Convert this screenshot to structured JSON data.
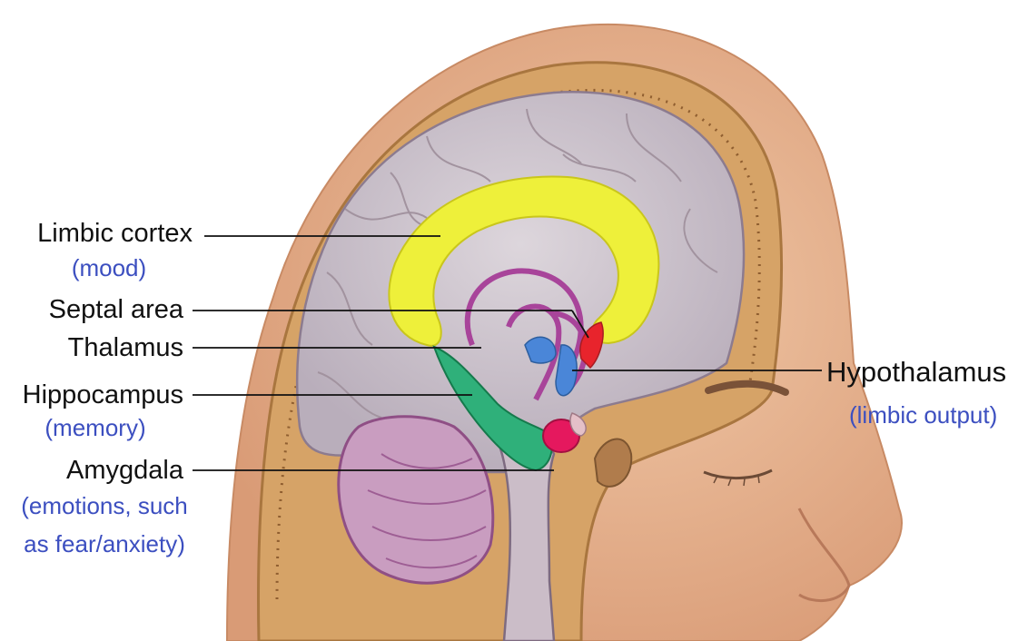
{
  "colors": {
    "label_text": "#111111",
    "note_text": "#3c4fc0",
    "limbic_cortex": "#eef03a",
    "septal_area": "#e8242c",
    "thalamus": "#4a86d8",
    "hippocampus": "#2fb07a",
    "amygdala": "#e5185e",
    "brain": "#c6bec9",
    "skin": "#e8b692"
  },
  "labels": {
    "limbic_cortex": {
      "name": "Limbic cortex",
      "note": "(mood)"
    },
    "septal_area": {
      "name": "Septal area"
    },
    "thalamus": {
      "name": "Thalamus"
    },
    "hippocampus": {
      "name": "Hippocampus",
      "note": "(memory)"
    },
    "amygdala": {
      "name": "Amygdala",
      "note_line1": "(emotions, such",
      "note_line2": "as fear/anxiety)"
    },
    "hypothalamus": {
      "name": "Hypothalamus",
      "note": "(limbic output)"
    }
  }
}
